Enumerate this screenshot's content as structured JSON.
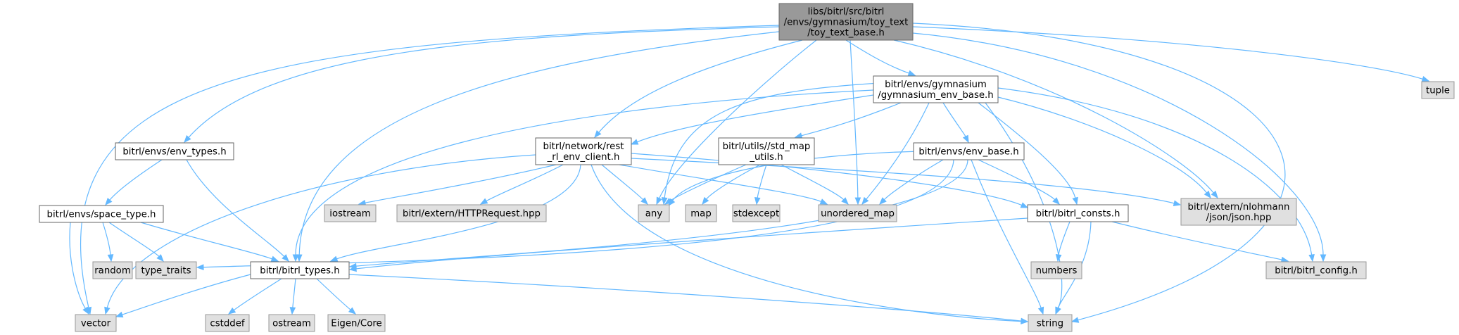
{
  "diagram": {
    "title": "Include dependency graph",
    "colors": {
      "edge": "#63b8ff",
      "root_fill": "#999999",
      "local_fill": "#ffffff",
      "system_fill": "#e0e0e0",
      "border": "#666666",
      "system_border": "#999999"
    },
    "nodes": [
      {
        "id": "root",
        "kind": "root",
        "lines": [
          "libs/bitrl/src/bitrl",
          "/envs/gymnasium/toy_text",
          "/toy_text_base.h"
        ]
      },
      {
        "id": "gym_base",
        "kind": "local",
        "lines": [
          "bitrl/envs/gymnasium",
          "/gymnasium_env_base.h"
        ]
      },
      {
        "id": "tuple",
        "kind": "system",
        "lines": [
          "tuple"
        ]
      },
      {
        "id": "env_types",
        "kind": "local",
        "lines": [
          "bitrl/envs/env_types.h"
        ]
      },
      {
        "id": "rest_client",
        "kind": "local",
        "lines": [
          "bitrl/network/rest",
          "_rl_env_client.h"
        ]
      },
      {
        "id": "std_map_utils",
        "kind": "local",
        "lines": [
          "bitrl/utils//std_map",
          "_utils.h"
        ]
      },
      {
        "id": "env_base",
        "kind": "local",
        "lines": [
          "bitrl/envs/env_base.h"
        ]
      },
      {
        "id": "space_type",
        "kind": "local",
        "lines": [
          "bitrl/envs/space_type.h"
        ]
      },
      {
        "id": "iostream",
        "kind": "system",
        "lines": [
          "iostream"
        ]
      },
      {
        "id": "httprequest",
        "kind": "system",
        "lines": [
          "bitrl/extern/HTTPRequest.hpp"
        ]
      },
      {
        "id": "any",
        "kind": "system",
        "lines": [
          "any"
        ]
      },
      {
        "id": "map",
        "kind": "system",
        "lines": [
          "map"
        ]
      },
      {
        "id": "stdexcept",
        "kind": "system",
        "lines": [
          "stdexcept"
        ]
      },
      {
        "id": "unordered_map",
        "kind": "system",
        "lines": [
          "unordered_map"
        ]
      },
      {
        "id": "bitrl_consts",
        "kind": "local",
        "lines": [
          "bitrl/bitrl_consts.h"
        ]
      },
      {
        "id": "json",
        "kind": "system",
        "lines": [
          "bitrl/extern/nlohmann",
          "/json/json.hpp"
        ]
      },
      {
        "id": "random",
        "kind": "system",
        "lines": [
          "random"
        ]
      },
      {
        "id": "type_traits",
        "kind": "system",
        "lines": [
          "type_traits"
        ]
      },
      {
        "id": "bitrl_types",
        "kind": "local",
        "lines": [
          "bitrl/bitrl_types.h"
        ]
      },
      {
        "id": "numbers",
        "kind": "system",
        "lines": [
          "numbers"
        ]
      },
      {
        "id": "bitrl_config",
        "kind": "system",
        "lines": [
          "bitrl/bitrl_config.h"
        ]
      },
      {
        "id": "vector",
        "kind": "system",
        "lines": [
          "vector"
        ]
      },
      {
        "id": "cstddef",
        "kind": "system",
        "lines": [
          "cstddef"
        ]
      },
      {
        "id": "ostream",
        "kind": "system",
        "lines": [
          "ostream"
        ]
      },
      {
        "id": "eigen_core",
        "kind": "system",
        "lines": [
          "Eigen/Core"
        ]
      },
      {
        "id": "string",
        "kind": "system",
        "lines": [
          "string"
        ]
      }
    ],
    "edges": [
      [
        "root",
        "gym_base"
      ],
      [
        "root",
        "tuple"
      ],
      [
        "root",
        "env_types"
      ],
      [
        "root",
        "rest_client"
      ],
      [
        "root",
        "any"
      ],
      [
        "root",
        "unordered_map"
      ],
      [
        "root",
        "json"
      ],
      [
        "root",
        "bitrl_config"
      ],
      [
        "root",
        "bitrl_types"
      ],
      [
        "root",
        "vector"
      ],
      [
        "root",
        "string"
      ],
      [
        "gym_base",
        "rest_client"
      ],
      [
        "gym_base",
        "std_map_utils"
      ],
      [
        "gym_base",
        "env_base"
      ],
      [
        "gym_base",
        "any"
      ],
      [
        "gym_base",
        "unordered_map"
      ],
      [
        "gym_base",
        "bitrl_consts"
      ],
      [
        "gym_base",
        "json"
      ],
      [
        "gym_base",
        "bitrl_config"
      ],
      [
        "gym_base",
        "bitrl_types"
      ],
      [
        "gym_base",
        "string"
      ],
      [
        "env_types",
        "space_type"
      ],
      [
        "env_types",
        "bitrl_types"
      ],
      [
        "space_type",
        "random"
      ],
      [
        "space_type",
        "type_traits"
      ],
      [
        "space_type",
        "bitrl_types"
      ],
      [
        "space_type",
        "vector"
      ],
      [
        "rest_client",
        "iostream"
      ],
      [
        "rest_client",
        "httprequest"
      ],
      [
        "rest_client",
        "any"
      ],
      [
        "rest_client",
        "unordered_map"
      ],
      [
        "rest_client",
        "json"
      ],
      [
        "rest_client",
        "bitrl_consts"
      ],
      [
        "rest_client",
        "bitrl_types"
      ],
      [
        "rest_client",
        "vector"
      ],
      [
        "rest_client",
        "string"
      ],
      [
        "std_map_utils",
        "any"
      ],
      [
        "std_map_utils",
        "map"
      ],
      [
        "std_map_utils",
        "stdexcept"
      ],
      [
        "std_map_utils",
        "unordered_map"
      ],
      [
        "env_base",
        "any"
      ],
      [
        "env_base",
        "unordered_map"
      ],
      [
        "env_base",
        "bitrl_consts"
      ],
      [
        "env_base",
        "bitrl_types"
      ],
      [
        "env_base",
        "type_traits"
      ],
      [
        "env_base",
        "string"
      ],
      [
        "bitrl_consts",
        "numbers"
      ],
      [
        "bitrl_consts",
        "bitrl_config"
      ],
      [
        "bitrl_consts",
        "bitrl_types"
      ],
      [
        "bitrl_consts",
        "string"
      ],
      [
        "bitrl_types",
        "vector"
      ],
      [
        "bitrl_types",
        "cstddef"
      ],
      [
        "bitrl_types",
        "ostream"
      ],
      [
        "bitrl_types",
        "eigen_core"
      ],
      [
        "bitrl_types",
        "string"
      ]
    ]
  }
}
